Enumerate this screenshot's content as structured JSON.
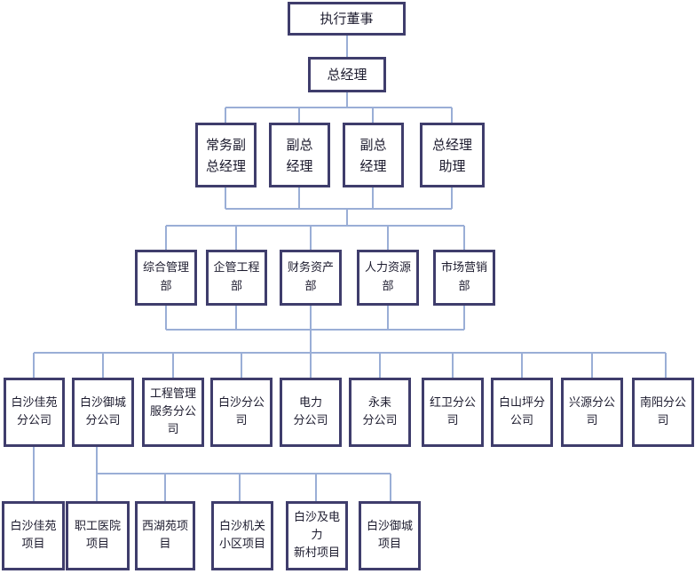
{
  "nodes": {
    "chairman": "执行董事",
    "gm": "总经理",
    "deputies": [
      "常务副\n总经理",
      "副总\n经理",
      "副总\n经理",
      "总经理\n助理"
    ],
    "departments": [
      "综合管理部",
      "企管工程部",
      "财务资产部",
      "人力资源部",
      "市场营销部"
    ],
    "companies": [
      "白沙佳苑\n分公司",
      "白沙御城\n分公司",
      "工程管理\n服务分公\n司",
      "白沙分公\n司",
      "电力\n分公司",
      "永耒\n分公司",
      "红卫分公\n司",
      "白山坪分\n公司",
      "兴源分公\n司",
      "南阳分公\n司"
    ],
    "projects": [
      "白沙佳苑\n项目",
      "职工医院\n项目",
      "西湖苑项\n目",
      "白沙机关\n小区项目",
      "白沙及电力\n新村项目",
      "白沙御城\n项目"
    ]
  },
  "colors": {
    "box_border": "#3f3d6c",
    "connector": "#9aaed6",
    "text": "#1c1b2e"
  }
}
